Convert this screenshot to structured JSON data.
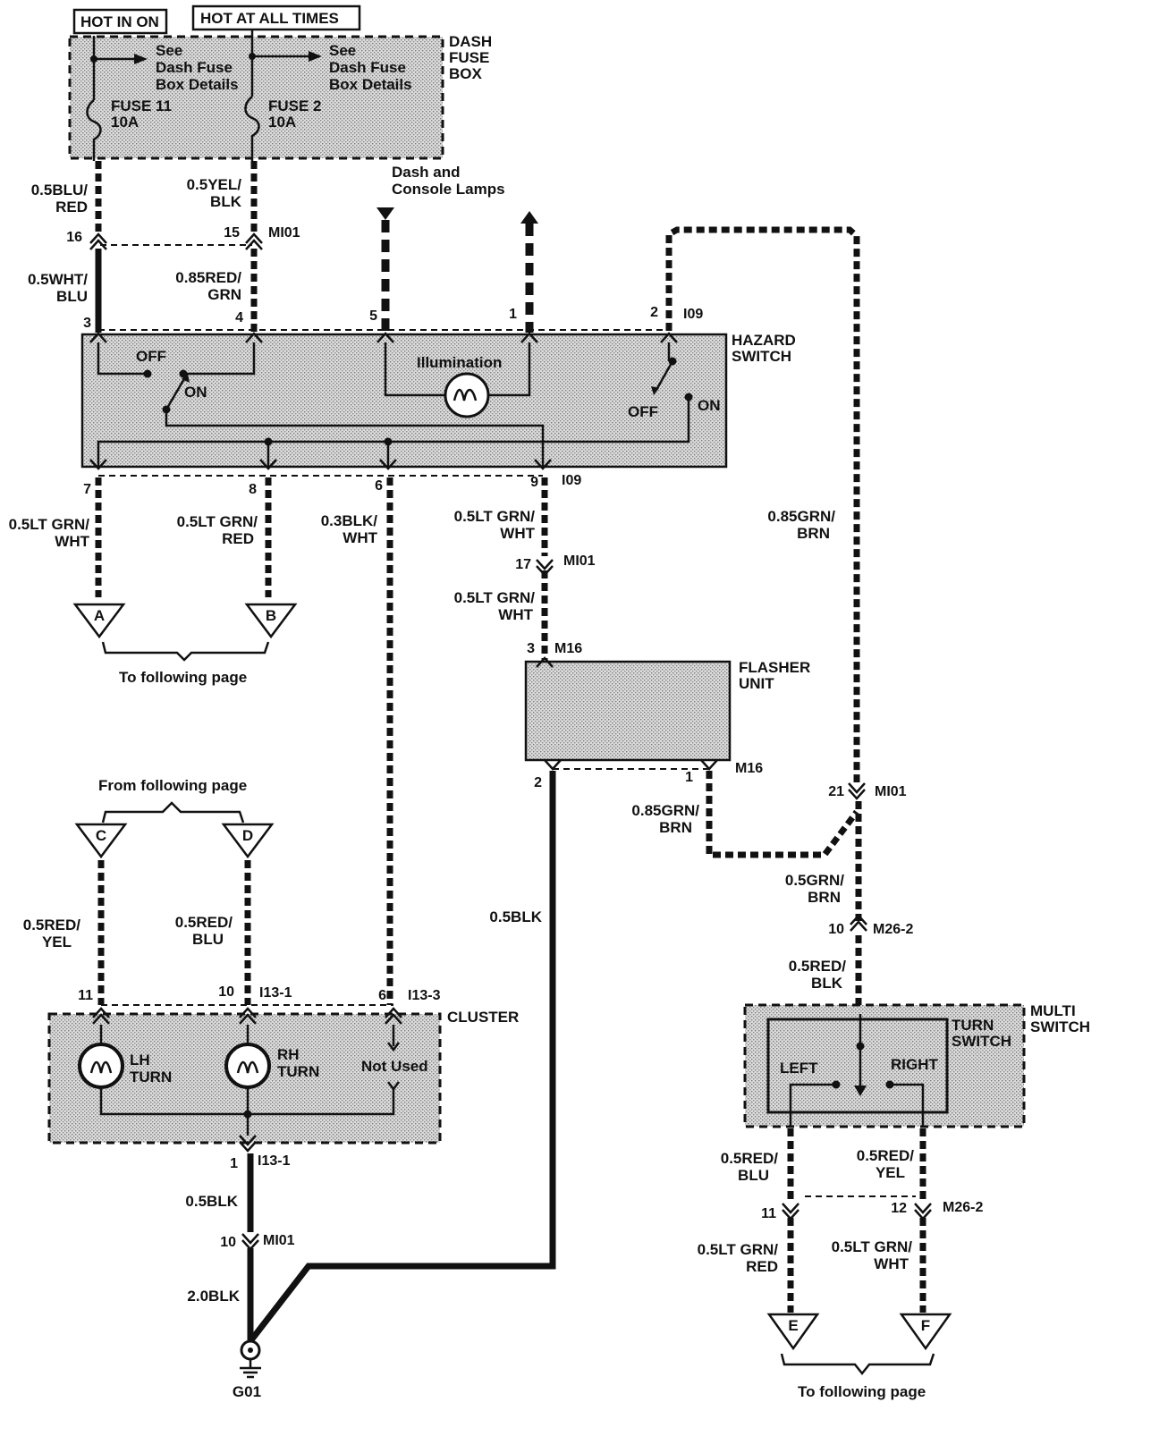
{
  "header": {
    "hot_in_on": "HOT IN ON",
    "hot_at_all_times": "HOT AT ALL TIMES"
  },
  "dash_fuse_box": {
    "title": [
      "DASH",
      "FUSE",
      "BOX"
    ],
    "see_left": [
      "See",
      "Dash Fuse",
      "Box Details"
    ],
    "see_right": [
      "See",
      "Dash Fuse",
      "Box Details"
    ],
    "fuse11": [
      "FUSE 11",
      "10A"
    ],
    "fuse2": [
      "FUSE 2",
      "10A"
    ]
  },
  "dash_console": [
    "Dash and",
    "Console Lamps"
  ],
  "wires": {
    "w_blu_red": [
      "0.5BLU/",
      "RED"
    ],
    "w_yel_blk": [
      "0.5YEL/",
      "BLK"
    ],
    "w_wht_blu": [
      "0.5WHT/",
      "BLU"
    ],
    "w_red_grn": [
      "0.85RED/",
      "GRN"
    ],
    "w_ltgrn_wht_a": [
      "0.5LT GRN/",
      "WHT"
    ],
    "w_ltgrn_red_b": [
      "0.5LT GRN/",
      "RED"
    ],
    "w_blk_wht": [
      "0.3BLK/",
      "WHT"
    ],
    "w_ltgrn_wht_9": [
      "0.5LT GRN/",
      "WHT"
    ],
    "w_ltgrn_wht_17": [
      "0.5LT GRN/",
      "WHT"
    ],
    "w_grn_brn_top": [
      "0.85GRN/",
      "BRN"
    ],
    "w_grn_brn_flasher": [
      "0.85GRN/",
      "BRN"
    ],
    "w_grn_brn_05": [
      "0.5GRN/",
      "BRN"
    ],
    "w_red_blk": [
      "0.5RED/",
      "BLK"
    ],
    "w_red_yel_c": [
      "0.5RED/",
      "YEL"
    ],
    "w_red_blu_d": [
      "0.5RED/",
      "BLU"
    ],
    "w_blk_flasher": "0.5BLK",
    "w_blk_ground": "0.5BLK",
    "w_2blk": "2.0BLK",
    "w_red_blu_left": [
      "0.5RED/",
      "BLU"
    ],
    "w_red_yel_right": [
      "0.5RED/",
      "YEL"
    ],
    "w_ltgrn_red_e": [
      "0.5LT GRN/",
      "RED"
    ],
    "w_ltgrn_wht_f": [
      "0.5LT GRN/",
      "WHT"
    ]
  },
  "connectors": {
    "mi01": "MI01",
    "i09": "I09",
    "m16": "M16",
    "i13_1": "I13-1",
    "i13_3": "I13-3",
    "m26_2": "M26-2",
    "g01": "G01"
  },
  "pins": {
    "p16": "16",
    "p15": "15",
    "p3": "3",
    "p4": "4",
    "p5": "5",
    "p1": "1",
    "p2": "2",
    "p7": "7",
    "p8": "8",
    "p6": "6",
    "p9": "9",
    "p17": "17",
    "pm3": "3",
    "pf2": "2",
    "pf1": "1",
    "p21": "21",
    "p10": "10",
    "pc11": "11",
    "pc10": "10",
    "pc6": "6",
    "pc1": "1",
    "pg10": "10",
    "pm11": "11",
    "pm12": "12"
  },
  "hazard_switch": {
    "title": [
      "HAZARD",
      "SWITCH"
    ],
    "off_left": "OFF",
    "on_left": "ON",
    "illumination": "Illumination",
    "off_right": "OFF",
    "on_right": "ON"
  },
  "flasher_unit": {
    "title": [
      "FLASHER",
      "UNIT"
    ]
  },
  "cluster": {
    "title": "CLUSTER",
    "lh_turn": [
      "LH",
      "TURN"
    ],
    "rh_turn": [
      "RH",
      "TURN"
    ],
    "not_used": "Not Used"
  },
  "multi_switch": {
    "title": [
      "MULTI",
      "SWITCH"
    ],
    "turn_switch": [
      "TURN",
      "SWITCH"
    ],
    "left": "LEFT",
    "right": "RIGHT"
  },
  "tags": {
    "a": "A",
    "b": "B",
    "c": "C",
    "d": "D",
    "e": "E",
    "f": "F"
  },
  "notes": {
    "to_following_top": "To following page",
    "from_following": "From following page",
    "to_following_bottom": "To following page"
  }
}
